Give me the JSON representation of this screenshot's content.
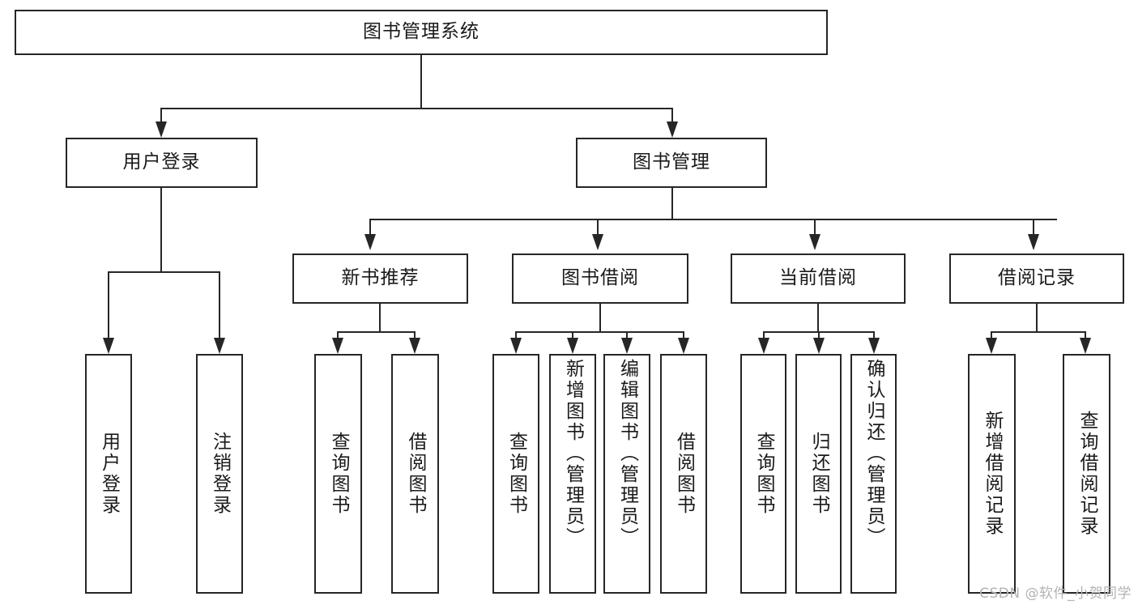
{
  "diagram": {
    "type": "tree-hierarchy",
    "title": "图书管理系统",
    "root": {
      "label": "图书管理系统"
    },
    "level2": [
      {
        "label": "用户登录"
      },
      {
        "label": "图书管理"
      }
    ],
    "level3": [
      {
        "label": "新书推荐"
      },
      {
        "label": "图书借阅"
      },
      {
        "label": "当前借阅"
      },
      {
        "label": "借阅记录"
      }
    ],
    "leaves": {
      "user_login": [
        {
          "label": "用户登录"
        },
        {
          "label": "注销登录"
        }
      ],
      "new_book_recommend": [
        {
          "label": "查询图书"
        },
        {
          "label": "借阅图书"
        }
      ],
      "book_borrow": [
        {
          "label": "查询图书"
        },
        {
          "label": "新增图书（管理员）"
        },
        {
          "label": "编辑图书（管理员）"
        },
        {
          "label": "借阅图书"
        }
      ],
      "current_borrow": [
        {
          "label": "查询图书"
        },
        {
          "label": "归还图书"
        },
        {
          "label": "确认归还（管理员）"
        }
      ],
      "borrow_record": [
        {
          "label": "新增借阅记录"
        },
        {
          "label": "查询借阅记录"
        }
      ]
    }
  },
  "watermark": {
    "text": "CSDN @软件_小贺同学"
  },
  "colors": {
    "stroke": "#262626",
    "fill": "#ffffff",
    "text": "#1a1a1a",
    "watermark": "#b3b3b3"
  }
}
